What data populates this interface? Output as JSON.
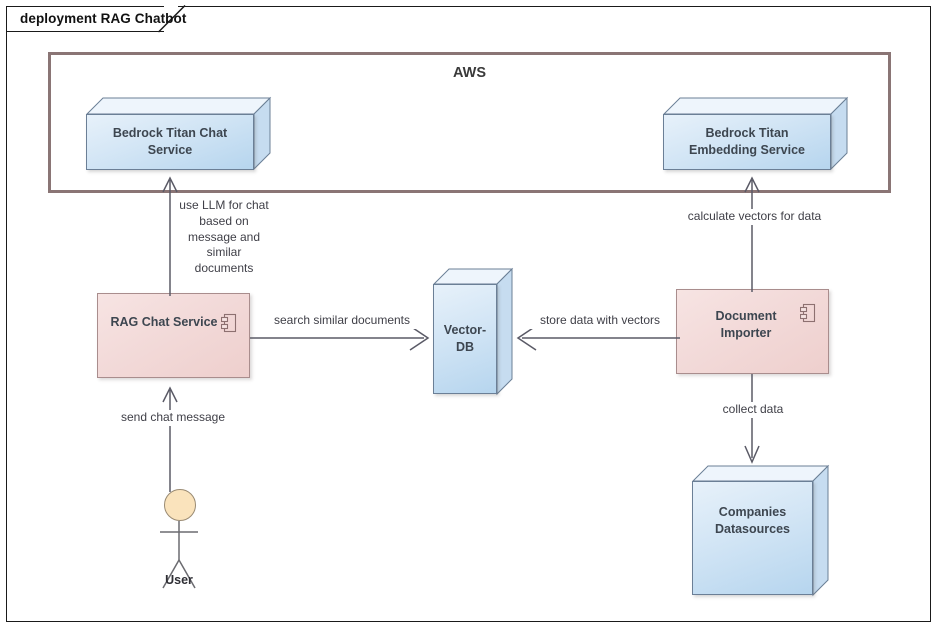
{
  "frame": {
    "title": "deployment RAG Chatbot"
  },
  "container": {
    "label": "AWS",
    "border_color": "#8a7575"
  },
  "nodes": [
    {
      "id": "bedrock-chat",
      "label": "Bedrock Titan Chat\nService",
      "kind": "node"
    },
    {
      "id": "bedrock-embedding",
      "label": "Bedrock Titan Embedding\nService",
      "kind": "node"
    },
    {
      "id": "vector-db",
      "label": "Vector-\nDB",
      "kind": "node"
    },
    {
      "id": "companies-datasources",
      "label": "Companies\nDatasources",
      "kind": "node"
    }
  ],
  "components": [
    {
      "id": "rag-chat-service",
      "label": "RAG Chat Service",
      "kind": "component"
    },
    {
      "id": "document-importer",
      "label": "Document\nImporter",
      "kind": "component"
    }
  ],
  "actors": [
    {
      "id": "user",
      "label": "User"
    }
  ],
  "edges": [
    {
      "id": "use-llm",
      "label": "use LLM for chat\nbased on\nmessage and\nsimilar\ndocuments",
      "from": "rag-chat-service",
      "to": "bedrock-chat"
    },
    {
      "id": "calc-vectors",
      "label": "calculate vectors for data",
      "from": "document-importer",
      "to": "bedrock-embedding"
    },
    {
      "id": "search-similar",
      "label": "search similar documents",
      "from": "rag-chat-service",
      "to": "vector-db"
    },
    {
      "id": "store-vectors",
      "label": "store data with vectors",
      "from": "document-importer",
      "to": "vector-db"
    },
    {
      "id": "collect-data",
      "label": "collect data",
      "from": "document-importer",
      "to": "companies-datasources"
    },
    {
      "id": "send-chat",
      "label": "send chat message",
      "from": "user",
      "to": "rag-chat-service"
    }
  ],
  "colors": {
    "node_fill": "#d2e5f5",
    "node_stroke": "#6b7f96",
    "component_fill": "#f3dbda",
    "component_stroke": "#a98d8d",
    "edge_stroke": "#5a5a66",
    "actor_head_fill": "#fae3bc"
  }
}
